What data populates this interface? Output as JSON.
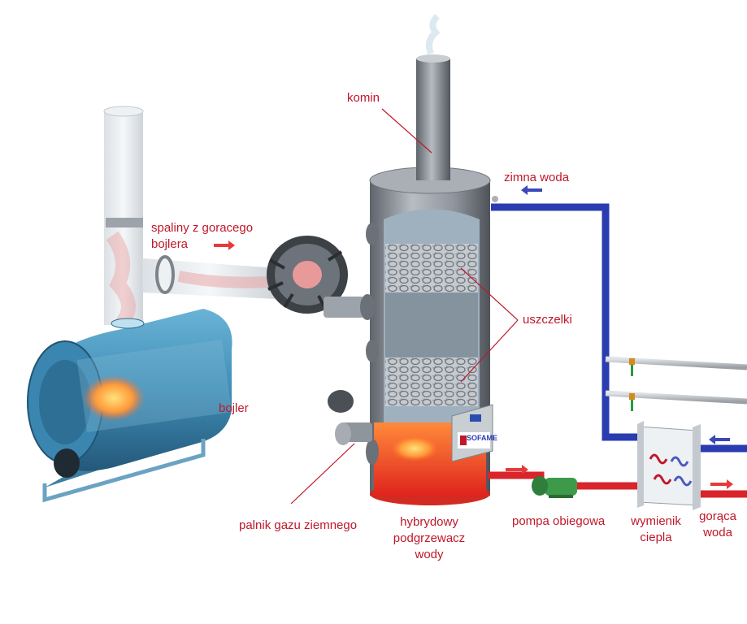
{
  "labels": {
    "komin": "komin",
    "zimna_woda": "zimna woda",
    "spaliny_line1": "spaliny z goracego",
    "spaliny_line2": "bojlera",
    "uszczelki": "uszczelki",
    "bojler": "bojler",
    "palnik": "palnik gazu ziemnego",
    "hybrydowy_line1": "hybrydowy",
    "hybrydowy_line2": "podgrzewacz",
    "hybrydowy_line3": "wody",
    "pompa": "pompa obiegowa",
    "wymiennik_line1": "wymienik",
    "wymiennik_line2": "ciepla",
    "goraca_line1": "gorąca",
    "goraca_line2": "woda"
  },
  "logo": {
    "text": "SOFAME"
  },
  "colors": {
    "label": "#c0172a",
    "cold_pipe": "#2a3cb0",
    "hot_pipe": "#d8242a",
    "boiler": "#3a86b0",
    "tank": "#8e959c",
    "arrow_red": "#e53a3a",
    "arrow_blue": "#3a48b8"
  }
}
